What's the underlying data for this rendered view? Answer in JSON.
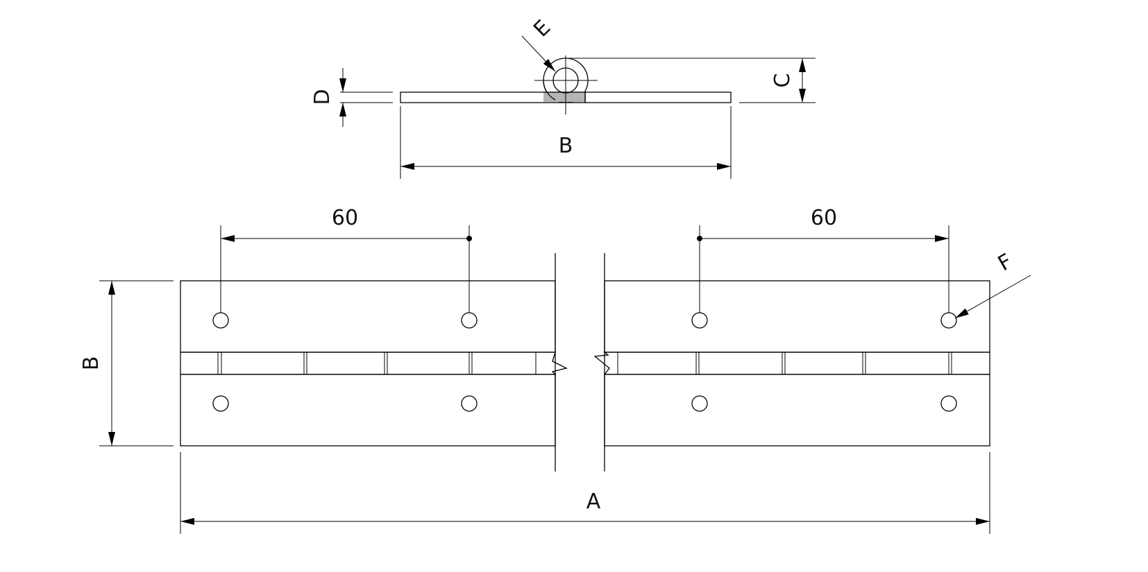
{
  "labels": {
    "top_width": "B",
    "thickness": "D",
    "knuckle_height": "C",
    "pin_diameter": "E",
    "pitch_left": "60",
    "pitch_right": "60",
    "hole_diameter": "F",
    "plan_width": "B",
    "overall_length": "A"
  },
  "colors": {
    "leaf_fill": "#b5b5b5",
    "knuckle_fill": "#a9a9a9",
    "pin_fill": "#8f8f8f",
    "hole_fill": "#ffffff",
    "line": "#000000"
  }
}
